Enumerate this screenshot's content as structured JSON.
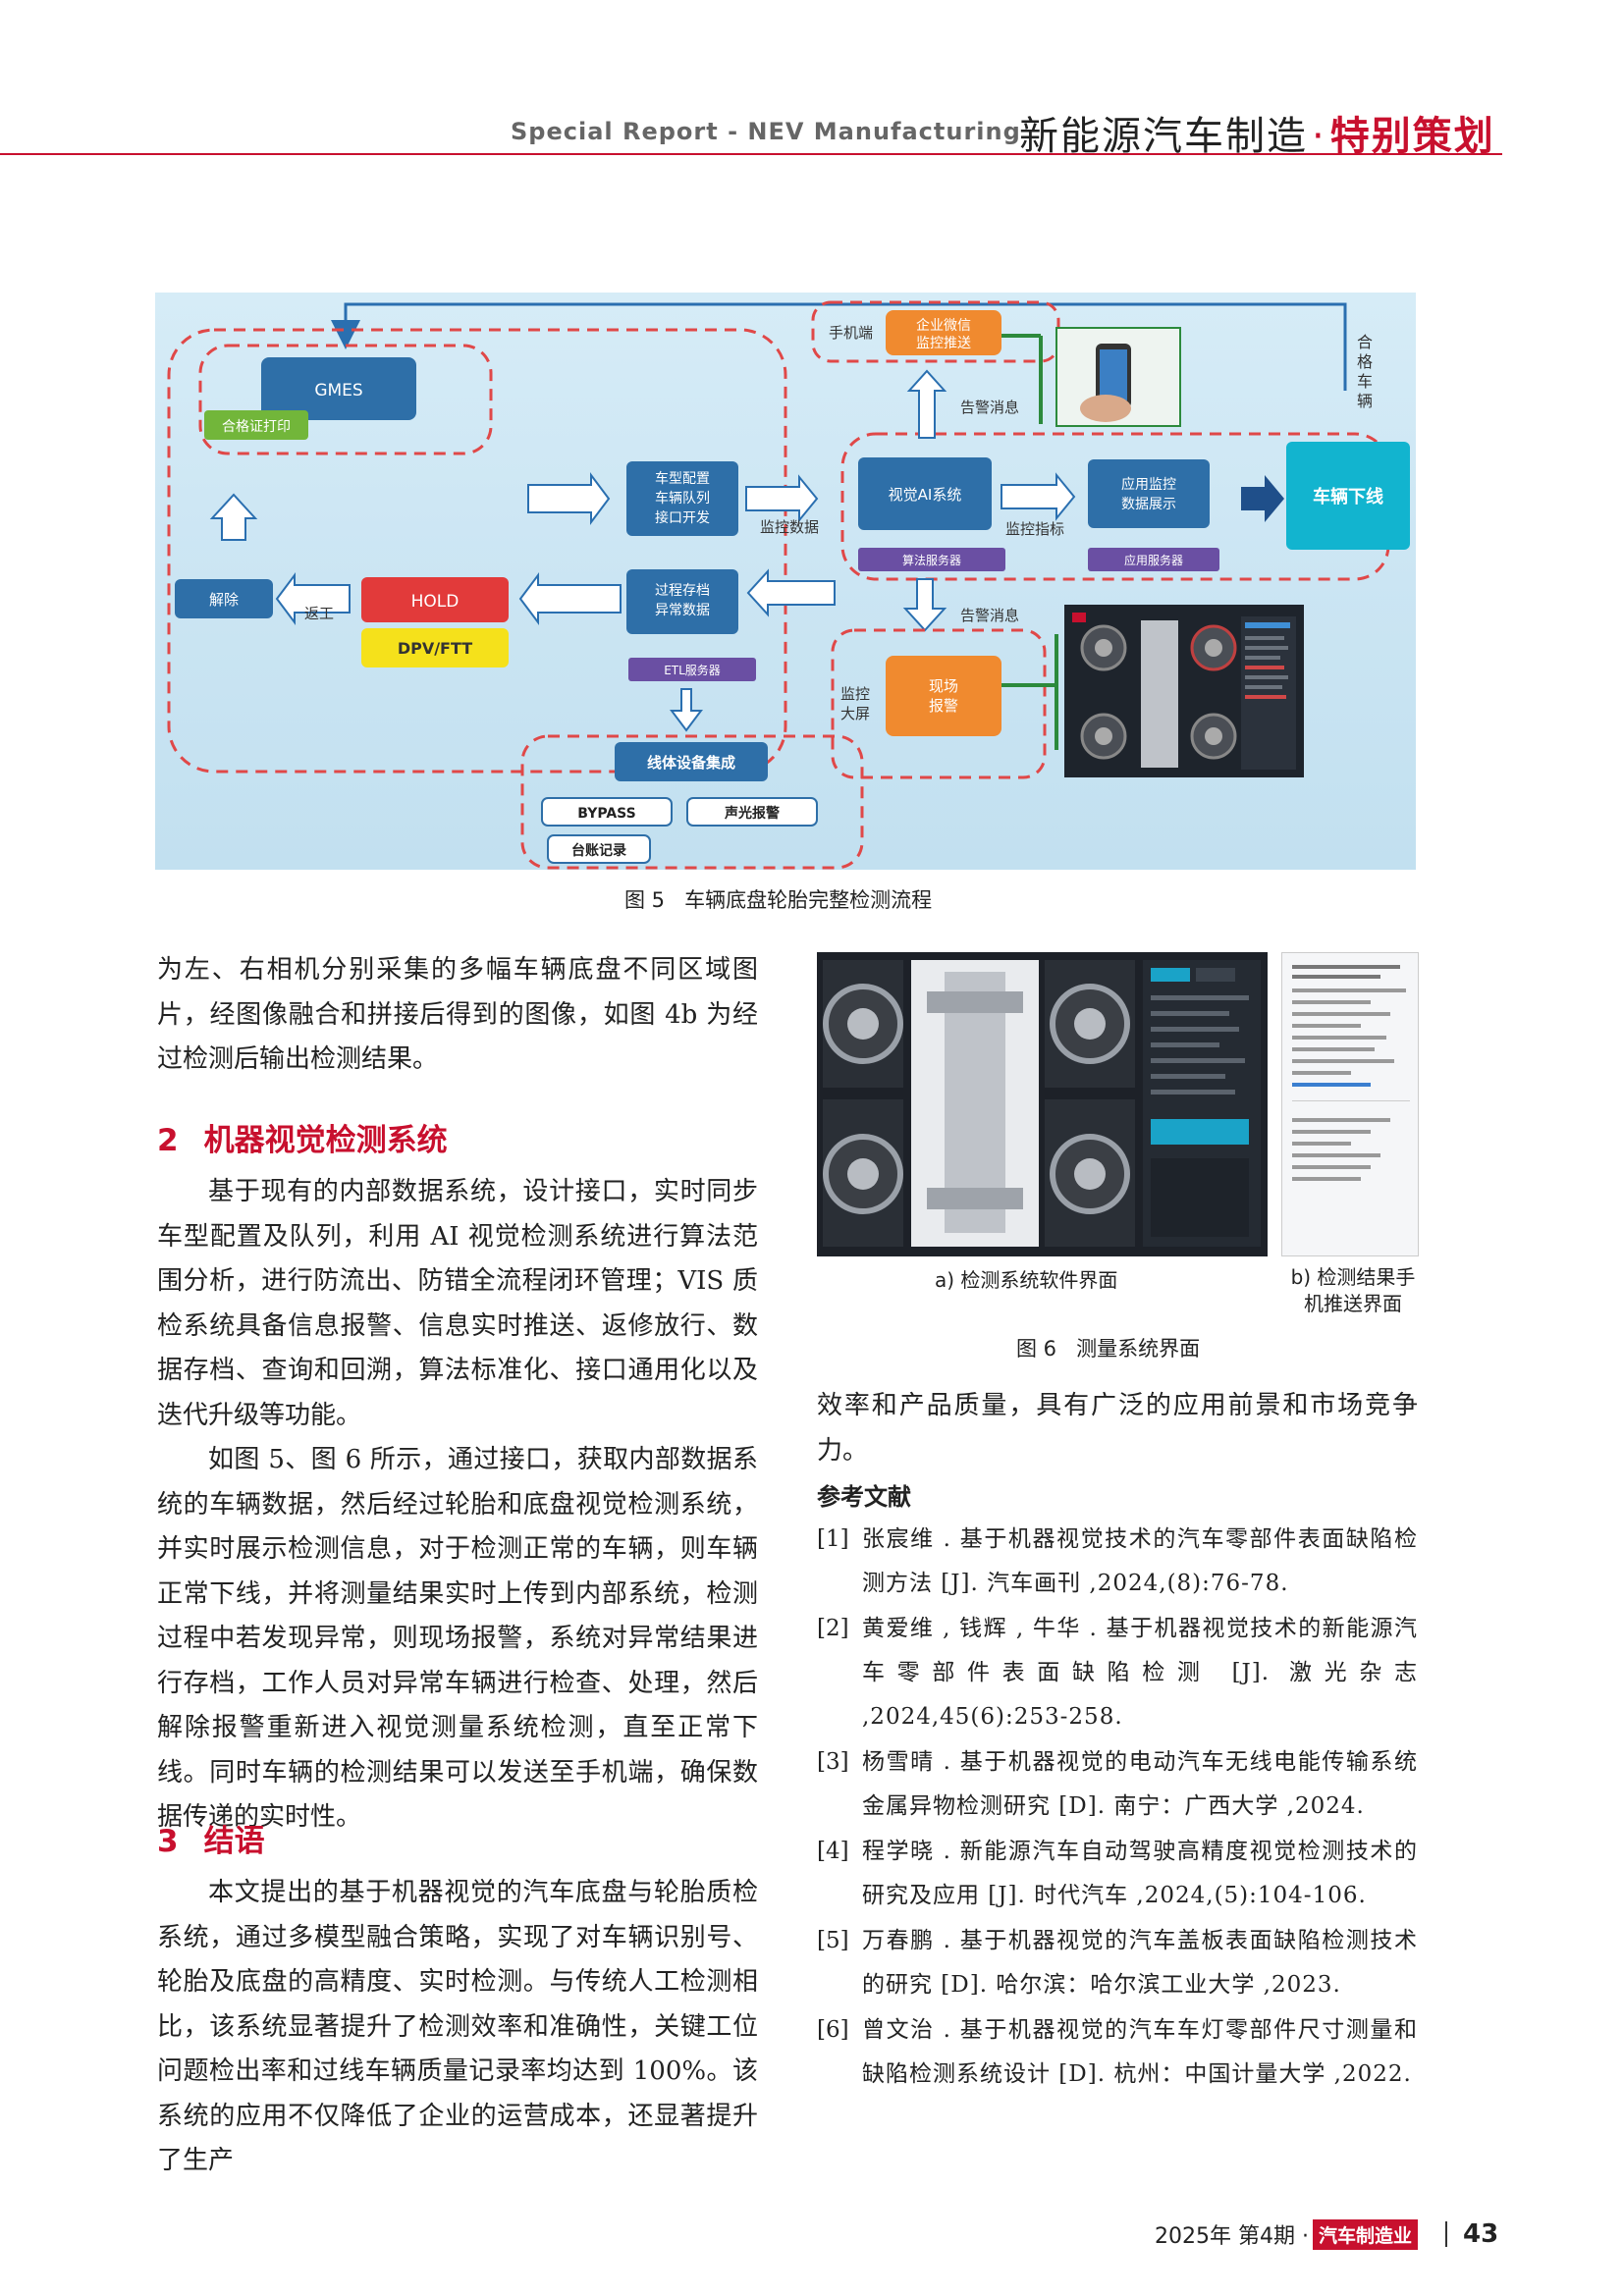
{
  "header": {
    "english": "Special Report - NEV Manufacturing",
    "chinese_left": "新能源汽车制造",
    "dot": "·",
    "chinese_right": "特别策划"
  },
  "figure5": {
    "caption_num": "图 5",
    "caption_text": "车辆底盘轮胎完整检测流程",
    "nodes": {
      "gmes": "GMES",
      "cert_print": "合格证打印",
      "release": "解除",
      "hold": "HOLD",
      "dpv": "DPV/FTT",
      "rework": "返工",
      "vehicle_config": [
        "车型配置",
        "车辆队列",
        "接口开发"
      ],
      "process_archive": [
        "过程存档",
        "异常数据"
      ],
      "etl_server": "ETL服务器",
      "monitor_data": "监控数据",
      "visual_ai": "视觉AI系统",
      "algo_server": "算法服务器",
      "monitor_index": "监控指标",
      "app_monitor": [
        "应用监控",
        "数据展示"
      ],
      "app_server": "应用服务器",
      "vehicle_offline": "车辆下线",
      "qualified_vehicle": [
        "合",
        "格",
        "车",
        "辆"
      ],
      "mobile": "手机端",
      "wechat": [
        "企业微信",
        "监控推送"
      ],
      "alarm_msg_top": "告警消息",
      "alarm_msg_bottom": "告警消息",
      "monitor_screen": [
        "监控",
        "大屏"
      ],
      "onsite_alarm": [
        "现场",
        "报警"
      ],
      "line_equipment": "线体设备集成",
      "bypass": "BYPASS",
      "sound_light": "声光报警",
      "ledger": "台账记录"
    }
  },
  "left_column": {
    "intro_p": "为左、右相机分别采集的多幅车辆底盘不同区域图片，经图像融合和拼接后得到的图像，如图 4b 为经过检测后输出检测结果。",
    "section2_num": "2",
    "section2_title": "机器视觉检测系统",
    "p2": "基于现有的内部数据系统，设计接口，实时同步车型配置及队列，利用 AI 视觉检测系统进行算法范围分析，进行防流出、防错全流程闭环管理；VIS 质检系统具备信息报警、信息实时推送、返修放行、数据存档、查询和回溯，算法标准化、接口通用化以及迭代升级等功能。",
    "p3": "如图 5、图 6 所示，通过接口，获取内部数据系统的车辆数据，然后经过轮胎和底盘视觉检测系统，并实时展示检测信息，对于检测正常的车辆，则车辆正常下线，并将测量结果实时上传到内部系统，检测过程中若发现异常，则现场报警，系统对异常结果进行存档，工作人员对异常车辆进行检查、处理，然后解除报警重新进入视觉测量系统检测，直至正常下线。同时车辆的检测结果可以发送至手机端，确保数据传递的实时性。",
    "section3_num": "3",
    "section3_title": "结语",
    "p4": "本文提出的基于机器视觉的汽车底盘与轮胎质检系统，通过多模型融合策略，实现了对车辆识别号、轮胎及底盘的高精度、实时检测。与传统人工检测相比，该系统显著提升了检测效率和准确性，关键工位问题检出率和过线车辆质量记录率均达到 100%。该系统的应用不仅降低了企业的运营成本，还显著提升了生产"
  },
  "figure6": {
    "sub_a": "a) 检测系统软件界面",
    "sub_b_line1": "b) 检测结果手",
    "sub_b_line2": "机推送界面",
    "caption_num": "图 6",
    "caption_text": "测量系统界面"
  },
  "right_column": {
    "continuation": "效率和产品质量，具有广泛的应用前景和市场竞争力。"
  },
  "references": {
    "title": "参考文献",
    "items": [
      {
        "num": "[1]",
        "text": "张宸维 . 基于机器视觉技术的汽车零部件表面缺陷检测方法 [J]. 汽车画刊 ,2024,(8):76-78."
      },
      {
        "num": "[2]",
        "text": "黄爱维 , 钱辉 , 牛华 . 基于机器视觉技术的新能源汽车零部件表面缺陷检测 [J]. 激光杂志 ,2024,45(6):253-258."
      },
      {
        "num": "[3]",
        "text": "杨雪晴 . 基于机器视觉的电动汽车无线电能传输系统金属异物检测研究 [D]. 南宁：广西大学 ,2024."
      },
      {
        "num": "[4]",
        "text": "程学晓 . 新能源汽车自动驾驶高精度视觉检测技术的研究及应用 [J]. 时代汽车 ,2024,(5):104-106."
      },
      {
        "num": "[5]",
        "text": "万春鹏 . 基于机器视觉的汽车盖板表面缺陷检测技术的研究 [D]. 哈尔滨：哈尔滨工业大学 ,2023."
      },
      {
        "num": "[6]",
        "text": "曾文治 . 基于机器视觉的汽车车灯零部件尺寸测量和缺陷检测系统设计 [D]. 杭州：中国计量大学 ,2022."
      }
    ]
  },
  "footer": {
    "issue": "2025年 第4期 ·",
    "journal": "汽车制造业",
    "page": "43"
  },
  "colors": {
    "accent_red": "#c8102e",
    "node_blue": "#2e6fa8",
    "node_teal": "#12b4cf",
    "node_red": "#e23a3a",
    "node_yellow": "#f5e11b",
    "node_orange": "#f08a2f",
    "node_green": "#72b63a",
    "server_purple": "#6a4fa3"
  }
}
